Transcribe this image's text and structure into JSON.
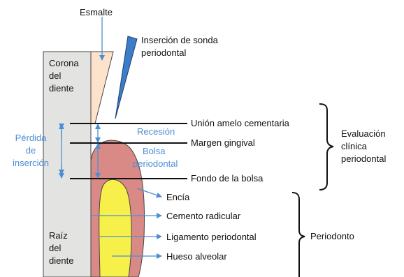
{
  "labels": {
    "esmalte": "Esmalte",
    "insercion_sonda": [
      "Inserción de sonda",
      "periodontal"
    ],
    "corona": [
      "Corona",
      "del",
      "diente"
    ],
    "raiz": [
      "Raíz",
      "del",
      "diente"
    ],
    "perdida": [
      "Pérdida",
      "de",
      "inserción"
    ],
    "recesion": "Recesión",
    "bolsa": [
      "Bolsa",
      "periodontal"
    ],
    "union_amelo": "Unión amelo cementaria",
    "margen_gingival": "Margen gingival",
    "fondo_bolsa": "Fondo de la bolsa",
    "encia": "Encía",
    "cemento": "Cemento radicular",
    "ligamento": "Ligamento periodontal",
    "hueso": "Hueso alveolar",
    "evaluacion": [
      "Evaluación",
      "clínica",
      "periodontal"
    ],
    "periodonto": "Periodonto"
  },
  "colors": {
    "tooth": "#e3e4e2",
    "enamel": "#fde2cc",
    "probe": "#3d7cc9",
    "gum": "#d98a87",
    "bone": "#f7f04a",
    "arrow_blue": "#4a8fd4"
  }
}
